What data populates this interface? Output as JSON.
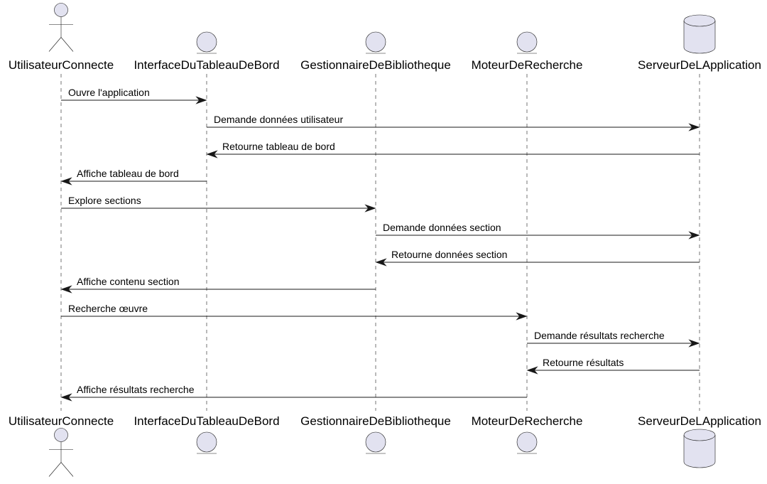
{
  "participants": [
    {
      "id": "user",
      "name": "UtilisateurConnecte",
      "kind": "actor"
    },
    {
      "id": "ui",
      "name": "InterfaceDuTableauDeBord",
      "kind": "boundary"
    },
    {
      "id": "lib",
      "name": "GestionnaireDeBibliotheque",
      "kind": "entity"
    },
    {
      "id": "search",
      "name": "MoteurDeRecherche",
      "kind": "entity"
    },
    {
      "id": "server",
      "name": "ServeurDeLApplication",
      "kind": "database"
    }
  ],
  "messages": [
    {
      "from": "user",
      "to": "ui",
      "label": "Ouvre l'application"
    },
    {
      "from": "ui",
      "to": "server",
      "label": "Demande données utilisateur"
    },
    {
      "from": "server",
      "to": "ui",
      "label": "Retourne tableau de bord"
    },
    {
      "from": "ui",
      "to": "user",
      "label": "Affiche tableau de bord"
    },
    {
      "from": "user",
      "to": "lib",
      "label": "Explore sections"
    },
    {
      "from": "lib",
      "to": "server",
      "label": "Demande données section"
    },
    {
      "from": "server",
      "to": "lib",
      "label": "Retourne données section"
    },
    {
      "from": "lib",
      "to": "user",
      "label": "Affiche contenu section"
    },
    {
      "from": "user",
      "to": "search",
      "label": "Recherche œuvre"
    },
    {
      "from": "search",
      "to": "server",
      "label": "Demande résultats recherche"
    },
    {
      "from": "server",
      "to": "search",
      "label": "Retourne résultats"
    },
    {
      "from": "search",
      "to": "user",
      "label": "Affiche résultats recherche"
    }
  ],
  "colors": {
    "head_fill": "#e2e2f0",
    "line": "#181818"
  }
}
